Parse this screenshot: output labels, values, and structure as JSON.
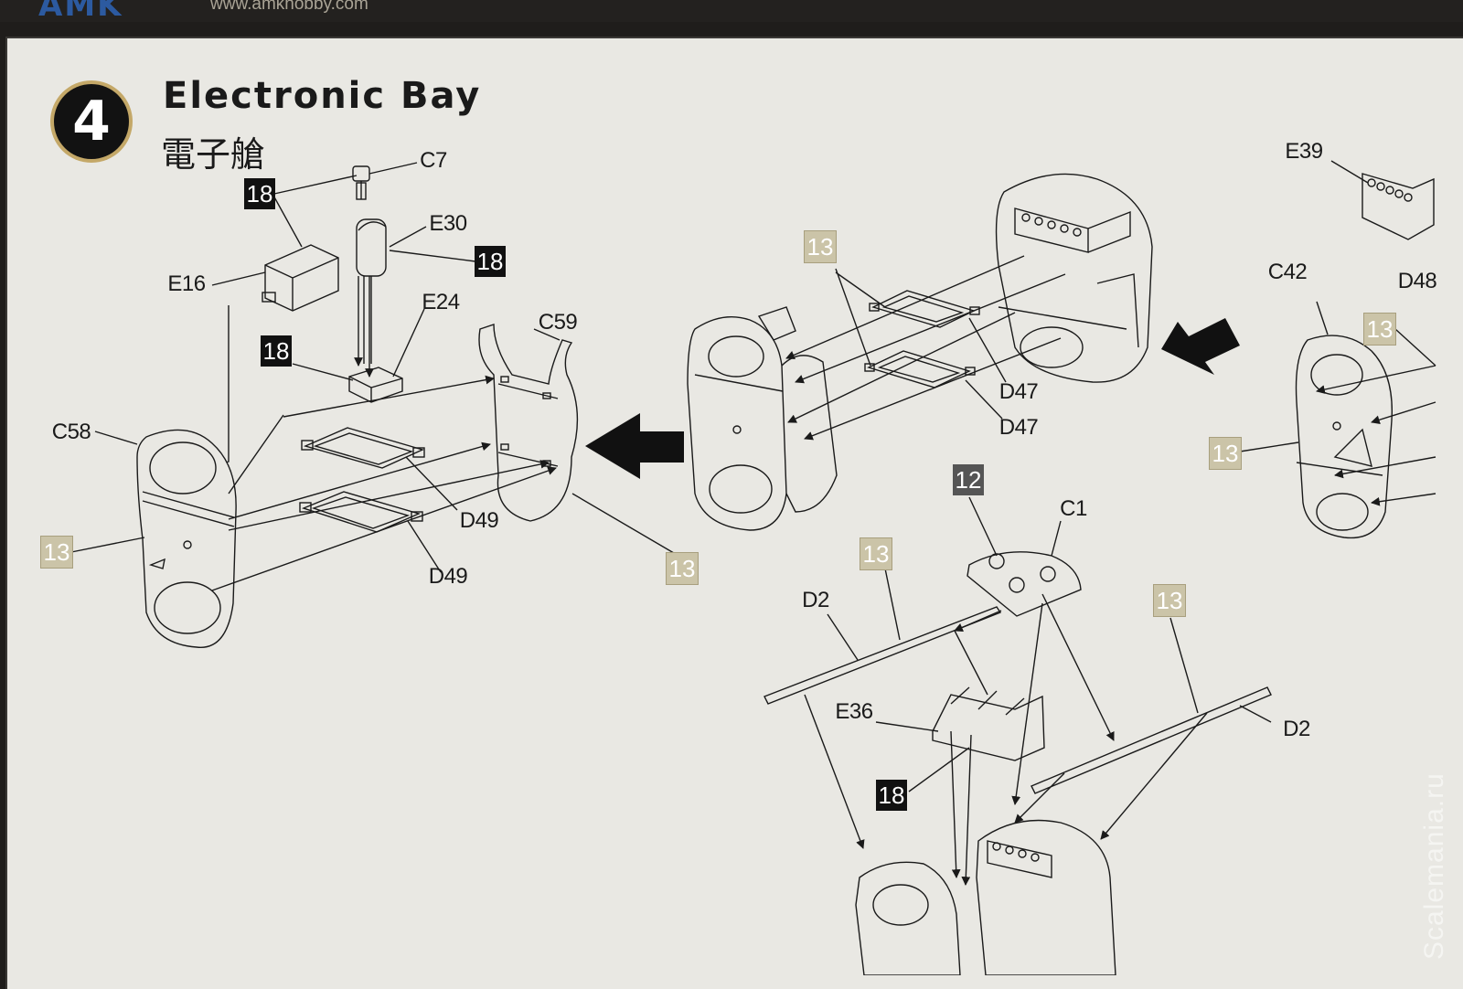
{
  "header": {
    "brand": "AMK",
    "url": "www.amkhobby.com"
  },
  "step": {
    "number": "4",
    "title": "Electronic Bay",
    "subtitle": "電子艙"
  },
  "part_labels": {
    "c7": "C7",
    "e30": "E30",
    "e16": "E16",
    "e24": "E24",
    "c59": "C59",
    "c58": "C58",
    "d49_a": "D49",
    "d49_b": "D49",
    "d47_a": "D47",
    "d47_b": "D47",
    "e39": "E39",
    "c42": "C42",
    "d48": "D48",
    "c1": "C1",
    "d2_a": "D2",
    "d2_b": "D2",
    "e36": "E36"
  },
  "paint_tags": {
    "t18_a": "18",
    "t18_b": "18",
    "t18_c": "18",
    "t18_d": "18"
  },
  "glue_tags": {
    "t13_a": "13",
    "t13_b": "13",
    "t13_c": "13",
    "t13_d": "13",
    "t13_e": "13",
    "t13_f": "13",
    "t13_g": "13"
  },
  "gray_tags": {
    "t12": "12"
  },
  "watermark": "Scalemania.ru",
  "colors": {
    "sheet": "#e9e8e3",
    "ink": "#1a1a1a",
    "glue_tag": "#cbc4a8",
    "paint_tag": "#111111",
    "badge_ring": "#c4a868",
    "logo_blue": "#2c5aa0"
  }
}
